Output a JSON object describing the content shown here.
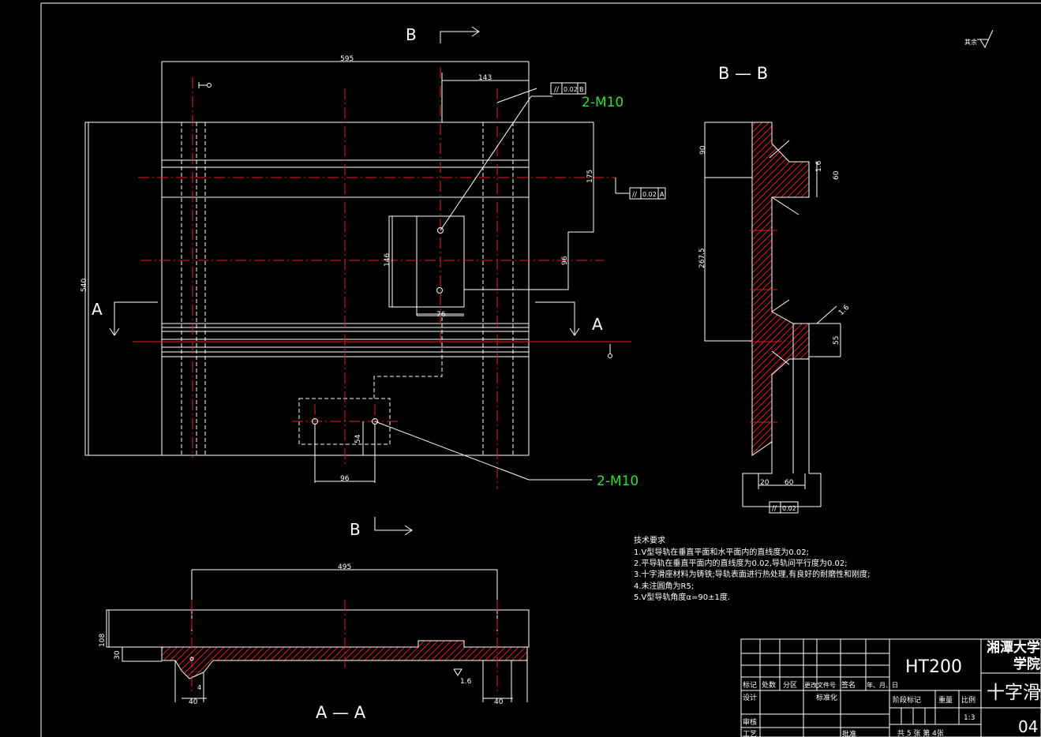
{
  "views": {
    "section_b_arrow_top": "B",
    "section_b_arrow_bottom": "B",
    "section_bb_title": "B — B",
    "section_aa_title": "A — A",
    "section_a_left": "A",
    "section_a_right": "A"
  },
  "dimensions": {
    "top_width": "595",
    "top_143": "143",
    "side_540": "540",
    "v_175": "175",
    "v_146": "146",
    "v_96": "96",
    "h_76": "76",
    "v_54": "54",
    "h_96": "96",
    "bb_90": "90",
    "bb_267": "267.5",
    "bb_60_top": "60",
    "bb_55": "55",
    "bb_20": "20",
    "bb_60_bottom": "60",
    "bb_16a": "1.6",
    "bb_16b": "1.6",
    "aa_495": "495",
    "aa_108": "108",
    "aa_30": "30",
    "aa_40_left": "40",
    "aa_40_right": "40",
    "aa_16": "1.6",
    "aa_4": "4"
  },
  "tolerances": {
    "tol_top": "0.02",
    "tol_top_datum": "B",
    "tol_mid": "0.02",
    "tol_mid_datum": "A",
    "tol_bb": "0.02"
  },
  "callouts": {
    "thread_upper": "2-M10",
    "thread_lower": "2-M10",
    "roughness_note": "其余"
  },
  "tech_requirements": {
    "heading": "技术要求",
    "items": [
      "1.V型导轨在垂直平面和水平面内的直线度为0.02;",
      "2.平导轨在垂直平面内的直线度为0.02,导轨间平行度为0.02;",
      "3.十字滑座材料为铸铁;导轨表面进行热处理,有良好的耐磨性和刚度;",
      "4.未注圆角为R5;",
      "5.V型导轨角度α=90±1度."
    ]
  },
  "title_block": {
    "material": "HT200",
    "school_line1": "湘潭大学",
    "school_line2": "学院",
    "part_name": "十字滑",
    "drawing_no": "04",
    "col_mark": "标记",
    "col_count": "处数",
    "col_zone": "分区",
    "col_doc": "更改文件号",
    "col_sign": "签名",
    "col_date": "年、月、日",
    "design": "设计",
    "standard": "标准化",
    "stage": "阶段标记",
    "weight": "重量",
    "ratio": "比例",
    "scale": "1:3",
    "review": "审核",
    "process": "工艺",
    "approve": "批准",
    "sheets": "共 5 张  第 4张"
  }
}
